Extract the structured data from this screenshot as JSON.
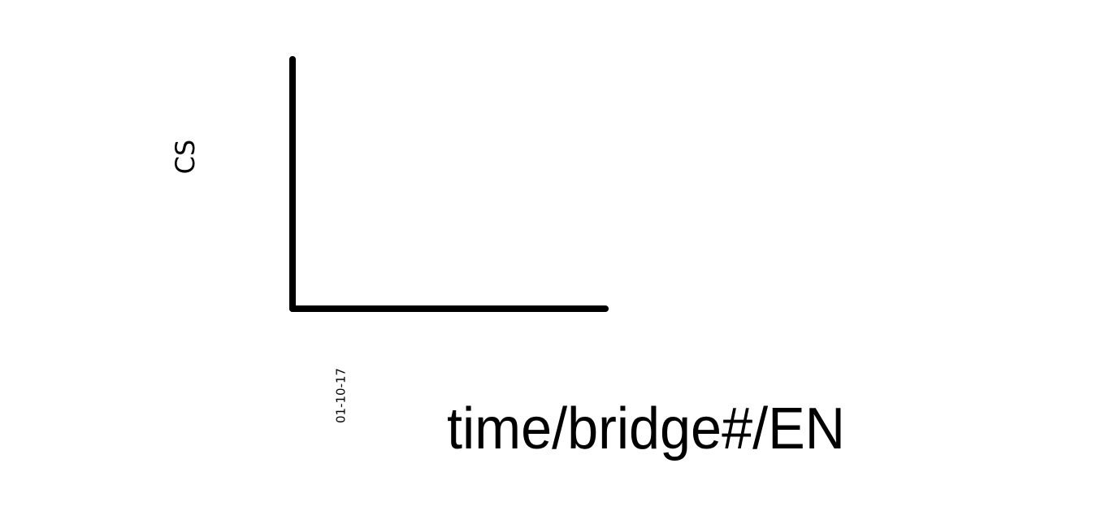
{
  "chart_data": {
    "type": "line",
    "title": "",
    "xlabel": "time/bridge#/EN",
    "ylabel": "CS",
    "x_tick_labels": [
      "01-10-17"
    ],
    "series": [],
    "grid": false,
    "legend": "none",
    "axis_color": "#000000",
    "background": "#ffffff"
  }
}
